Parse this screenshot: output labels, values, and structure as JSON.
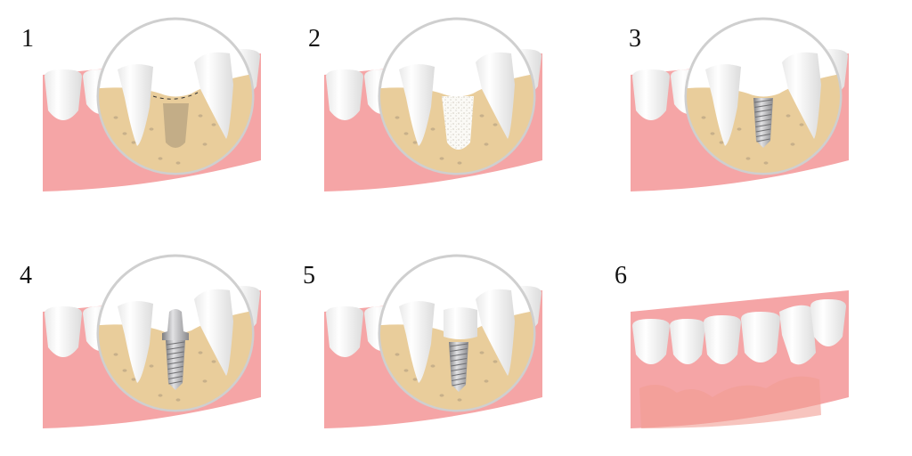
{
  "steps": [
    {
      "label": "1",
      "stage": "extraction-socket"
    },
    {
      "label": "2",
      "stage": "bone-graft"
    },
    {
      "label": "3",
      "stage": "implant-placed"
    },
    {
      "label": "4",
      "stage": "abutment-attached"
    },
    {
      "label": "5",
      "stage": "crown-placed"
    },
    {
      "label": "6",
      "stage": "healed"
    }
  ],
  "colors": {
    "gum": "#f5a5a6",
    "bone": "#e9cd9b",
    "socket": "#c3ad87",
    "implant": "#a9a9ab",
    "lens": "#cfcfcf",
    "tooth": "#ffffff"
  }
}
